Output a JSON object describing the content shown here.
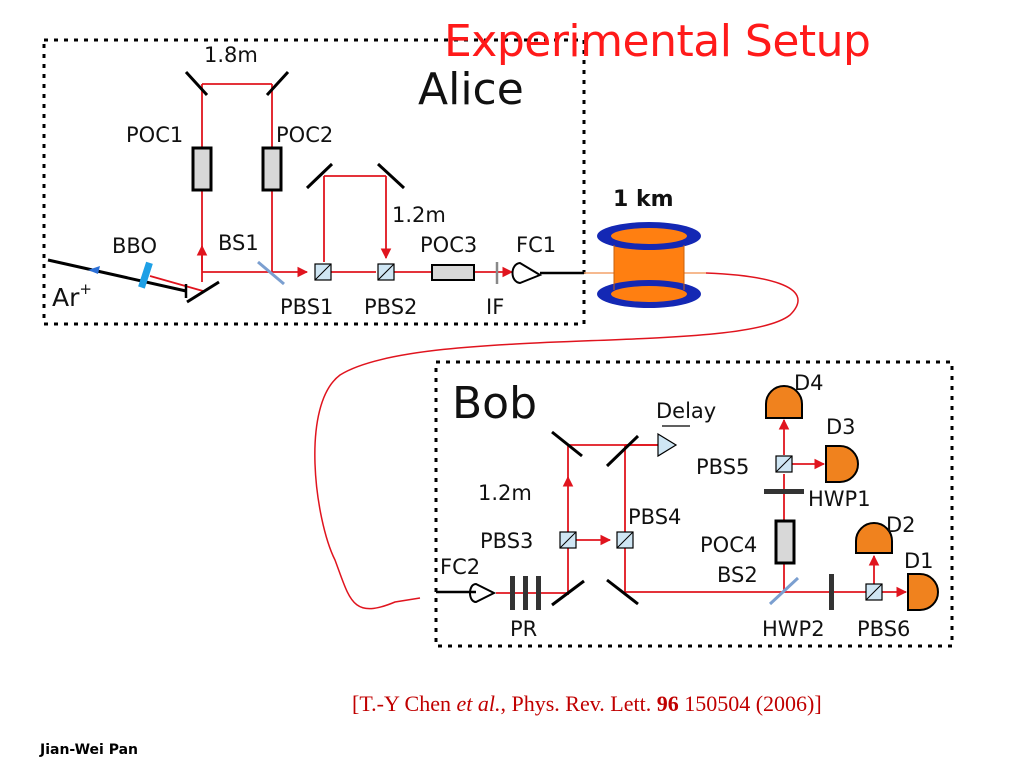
{
  "title": "Experimental Setup",
  "alice": {
    "label": "Alice",
    "labels": {
      "dist18": "1.8m",
      "poc1": "POC1",
      "poc2": "POC2",
      "dist12": "1.2m",
      "bbo": "BBO",
      "bs1": "BS1",
      "poc3": "POC3",
      "fc1": "FC1",
      "ar": "Ar",
      "ar_sup": "+",
      "pbs1": "PBS1",
      "pbs2": "PBS2",
      "if": "IF"
    }
  },
  "fiber": {
    "label": "1 km"
  },
  "bob": {
    "label": "Bob",
    "labels": {
      "delay": "Delay",
      "d4": "D4",
      "d3": "D3",
      "pbs5": "PBS5",
      "hwp1": "HWP1",
      "dist12": "1.2m",
      "pbs4": "PBS4",
      "pbs3": "PBS3",
      "poc4": "POC4",
      "d2": "D2",
      "d1": "D1",
      "fc2": "FC2",
      "bs2": "BS2",
      "pr": "PR",
      "hwp2": "HWP2",
      "pbs6": "PBS6"
    }
  },
  "citation": {
    "open": "[T.-Y Chen ",
    "etal": "et al.",
    "mid": ", Phys. Rev. Lett. ",
    "volume": "96",
    "rest": " 150504 (2006)]"
  },
  "author": "Jian-Wei Pan",
  "colors": {
    "beam": "#e0141e",
    "title": "#ff1a1a",
    "citation": "#c00000",
    "detector": "#f0821e",
    "spool": "#ff7f11",
    "spool_flange": "#1428b4",
    "ar": "#2b3a8f"
  }
}
